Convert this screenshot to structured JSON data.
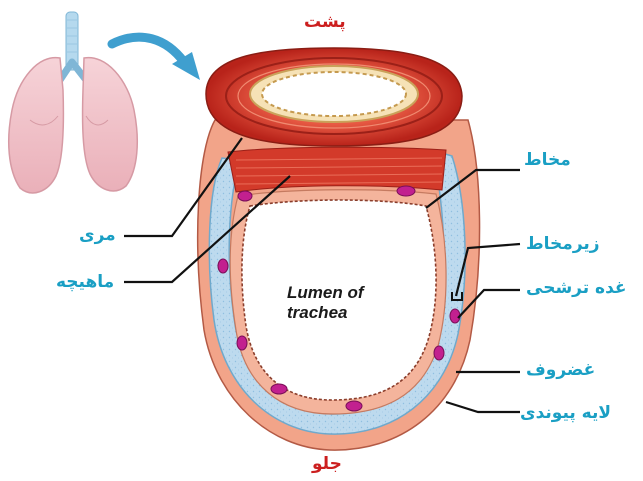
{
  "labels": {
    "top": "پشت",
    "bottom": "جلو",
    "esophagus": "مری",
    "muscle": "ماهیچه",
    "mucosa": "مخاط",
    "submucosa": "زیرمخاط",
    "gland": "غده ترشحی",
    "cartilage": "غضروف",
    "connective": "لایه پیوندی",
    "lumen_line1": "Lumen of",
    "lumen_line2": "trachea"
  },
  "colors": {
    "label": "#1a9fc4",
    "orientation": "#cc1f1f",
    "cartilage": "#b9d9ee",
    "tissue": "#ef9b80",
    "muscle": "#d33a2a",
    "gland": "#c2208f",
    "lung": "#f2c6cc",
    "trachea_icon": "#b5d9ee",
    "arrow": "#3f9fcf"
  },
  "icons": [
    "lungs-icon",
    "arrow-icon"
  ]
}
